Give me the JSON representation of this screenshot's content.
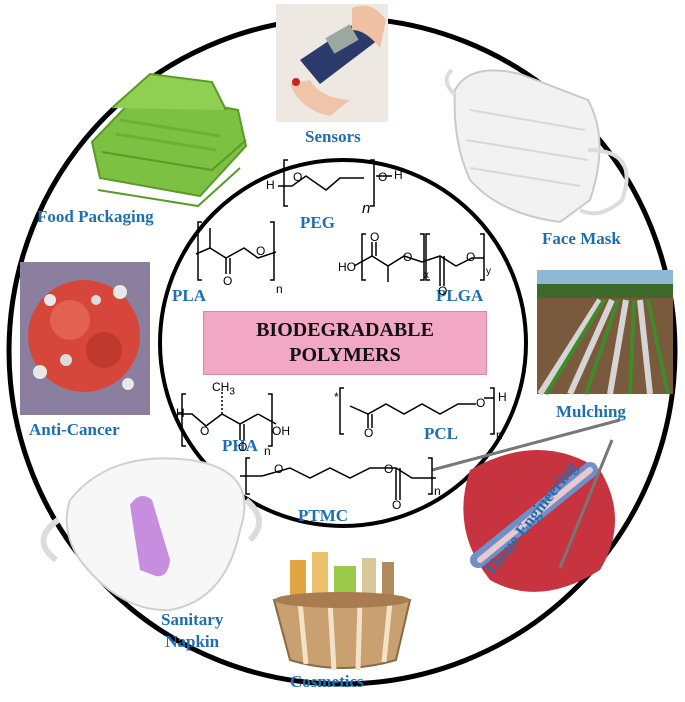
{
  "center": {
    "line1": "BIODEGRADABLE",
    "line2": "POLYMERS"
  },
  "polymers": {
    "peg": "PEG",
    "pla": "PLA",
    "plga": "PLGA",
    "pha": "PHA",
    "pcl": "PCL",
    "ptmc": "PTMC"
  },
  "chem_text": {
    "peg_h_left": "H",
    "peg_o": "O",
    "peg_oh": "O",
    "peg_h_right": "H",
    "peg_n": "n",
    "pla_o": "O",
    "pla_o2": "O",
    "pla_n": "n",
    "plga_ho": "HO",
    "plga_o1": "O",
    "plga_o2": "O",
    "plga_o3": "O",
    "plga_o4": "O",
    "plga_x": "x",
    "plga_y": "y",
    "pha_ch3": "CH",
    "pha_3": "3",
    "pha_h": "H",
    "pha_o": "O",
    "pha_o2": "O",
    "pha_oh": "OH",
    "pha_n": "n",
    "pcl_star": "*",
    "pcl_o": "O",
    "pcl_o2": "O",
    "pcl_h": "H",
    "pcl_n": "n",
    "ptmc_o1": "O",
    "ptmc_o2": "O",
    "ptmc_o3": "O",
    "ptmc_n": "n"
  },
  "applications": {
    "sensors": "Sensors",
    "face_mask": "Face Mask",
    "mulching": "Mulching",
    "tissue_engineering": "Tissue Engineering",
    "cosmetics": "Cosmetics",
    "sanitary_1": "Sanitary",
    "sanitary_2": "Napkin",
    "anti_cancer": "Anti-Cancer",
    "food_packaging": "Food Packaging"
  },
  "colors": {
    "label": "#1f6fb0",
    "title_box": "#f2a7c4",
    "ring": "#000000"
  }
}
